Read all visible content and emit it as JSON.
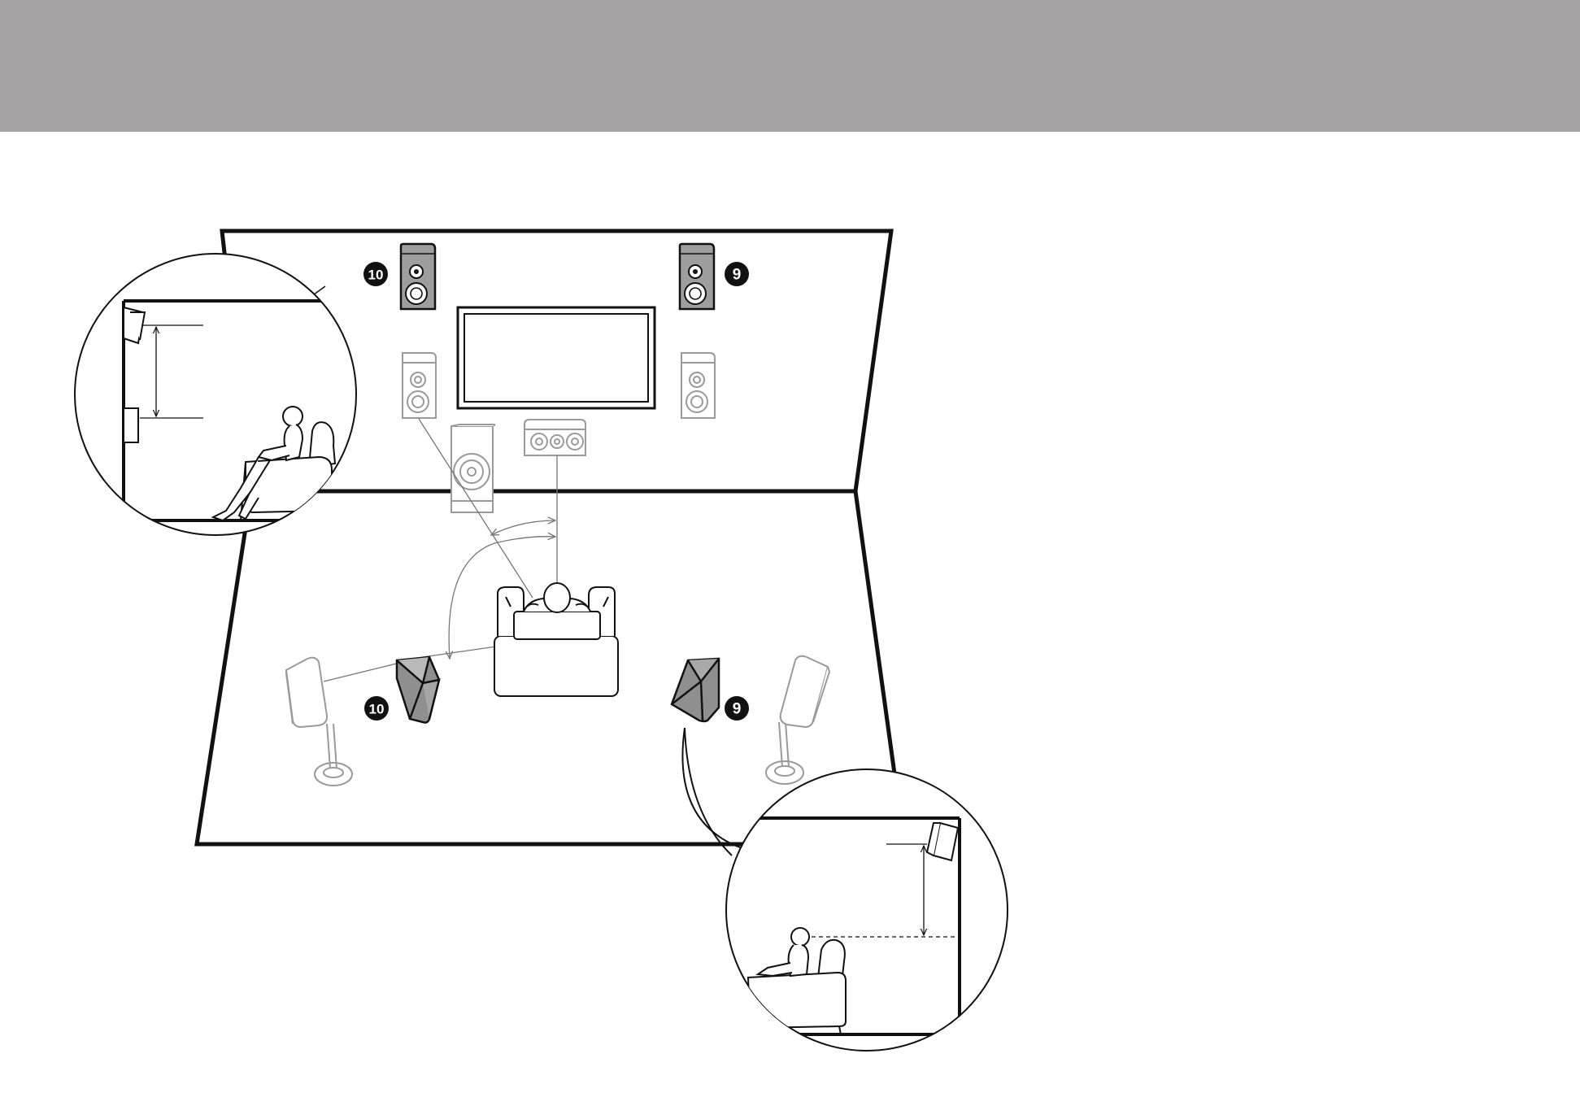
{
  "speakers": {
    "front_high_right": {
      "badge": "9"
    },
    "front_high_left": {
      "badge": "10"
    },
    "surround_back_right": {
      "badge": "9"
    },
    "surround_back_left": {
      "badge": "10"
    }
  },
  "colors": {
    "header": "#a4a2a3",
    "outline": "#111111",
    "faded": "#9a9a9a",
    "highlight_speaker_fill": "#9e9e9e",
    "badge_fill": "#111111"
  }
}
